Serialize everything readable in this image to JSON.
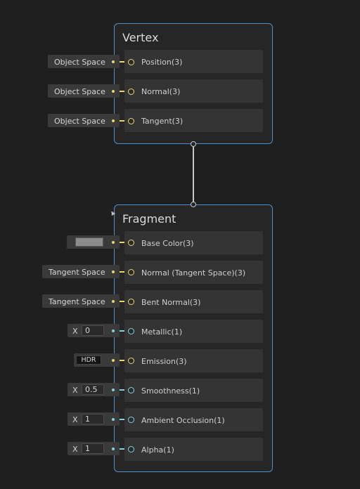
{
  "vertex": {
    "title": "Vertex",
    "slots": [
      {
        "label": "Position(3)",
        "input": "Object Space"
      },
      {
        "label": "Normal(3)",
        "input": "Object Space"
      },
      {
        "label": "Tangent(3)",
        "input": "Object Space"
      }
    ]
  },
  "fragment": {
    "title": "Fragment",
    "slots": [
      {
        "label": "Base Color(3)",
        "input_type": "color",
        "color": "#8c8c8c"
      },
      {
        "label": "Normal (Tangent Space)(3)",
        "input": "Tangent Space"
      },
      {
        "label": "Bent Normal(3)",
        "input": "Tangent Space"
      },
      {
        "label": "Metallic(1)",
        "axis": "X",
        "value": "0"
      },
      {
        "label": "Emission(3)",
        "input": "HDR"
      },
      {
        "label": "Smoothness(1)",
        "axis": "X",
        "value": "0.5"
      },
      {
        "label": "Ambient Occlusion(1)",
        "axis": "X",
        "value": "1"
      },
      {
        "label": "Alpha(1)",
        "axis": "X",
        "value": "1"
      }
    ]
  },
  "colors": {
    "node_border": "#4f8fc7",
    "port_vector": "#e8d76b",
    "port_float": "#7fd3dc",
    "background": "#1f1f20"
  }
}
